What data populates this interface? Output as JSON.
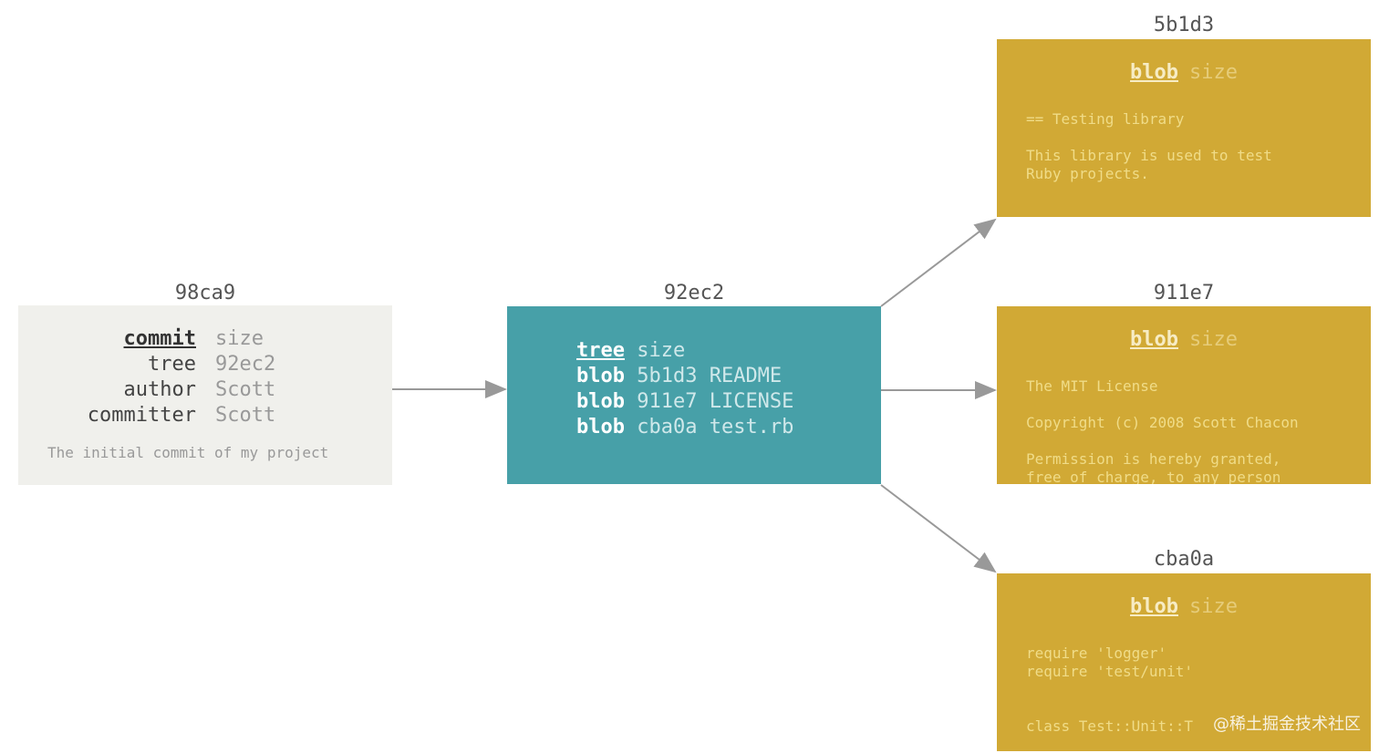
{
  "commit": {
    "id": "98ca9",
    "rows": [
      [
        "commit",
        "size"
      ],
      [
        "tree",
        "92ec2"
      ],
      [
        "author",
        "Scott"
      ],
      [
        "committer",
        "Scott"
      ]
    ],
    "message": "The initial commit of my project"
  },
  "tree": {
    "id": "92ec2",
    "rows": [
      [
        "tree",
        "size"
      ],
      [
        "blob",
        "5b1d3 README"
      ],
      [
        "blob",
        "911e7 LICENSE"
      ],
      [
        "blob",
        "cba0a test.rb"
      ]
    ]
  },
  "blobs": [
    {
      "id": "5b1d3",
      "type": "blob",
      "size": "size",
      "content": "== Testing library\n\nThis library is used to test\nRuby projects."
    },
    {
      "id": "911e7",
      "type": "blob",
      "size": "size",
      "content": "The MIT License\n\nCopyright (c) 2008 Scott Chacon\n\nPermission is hereby granted,\nfree of charge, to any person"
    },
    {
      "id": "cba0a",
      "type": "blob",
      "size": "size",
      "content": "require 'logger'\nrequire 'test/unit'\n\n\nclass Test::Unit::T"
    }
  ],
  "watermark": "@稀土掘金技术社区",
  "colors": {
    "commit_bg": "#f0f0ec",
    "tree_bg": "#47a0a8",
    "blob_bg": "#d1a935",
    "arrow": "#999999"
  }
}
